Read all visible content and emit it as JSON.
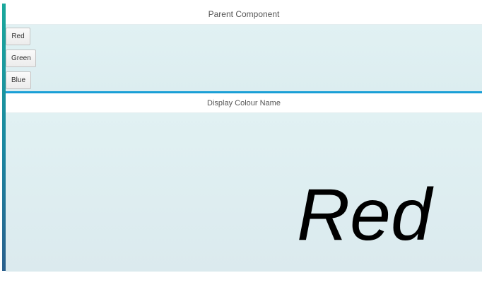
{
  "parent": {
    "title": "Parent Component",
    "buttons": [
      {
        "label": "Red"
      },
      {
        "label": "Green"
      },
      {
        "label": "Blue"
      }
    ]
  },
  "display": {
    "title": "Display Colour Name",
    "colour_name": "Red"
  },
  "colors": {
    "accent_bar": "#1a9fd6",
    "panel_bg": "#dfeff2"
  }
}
